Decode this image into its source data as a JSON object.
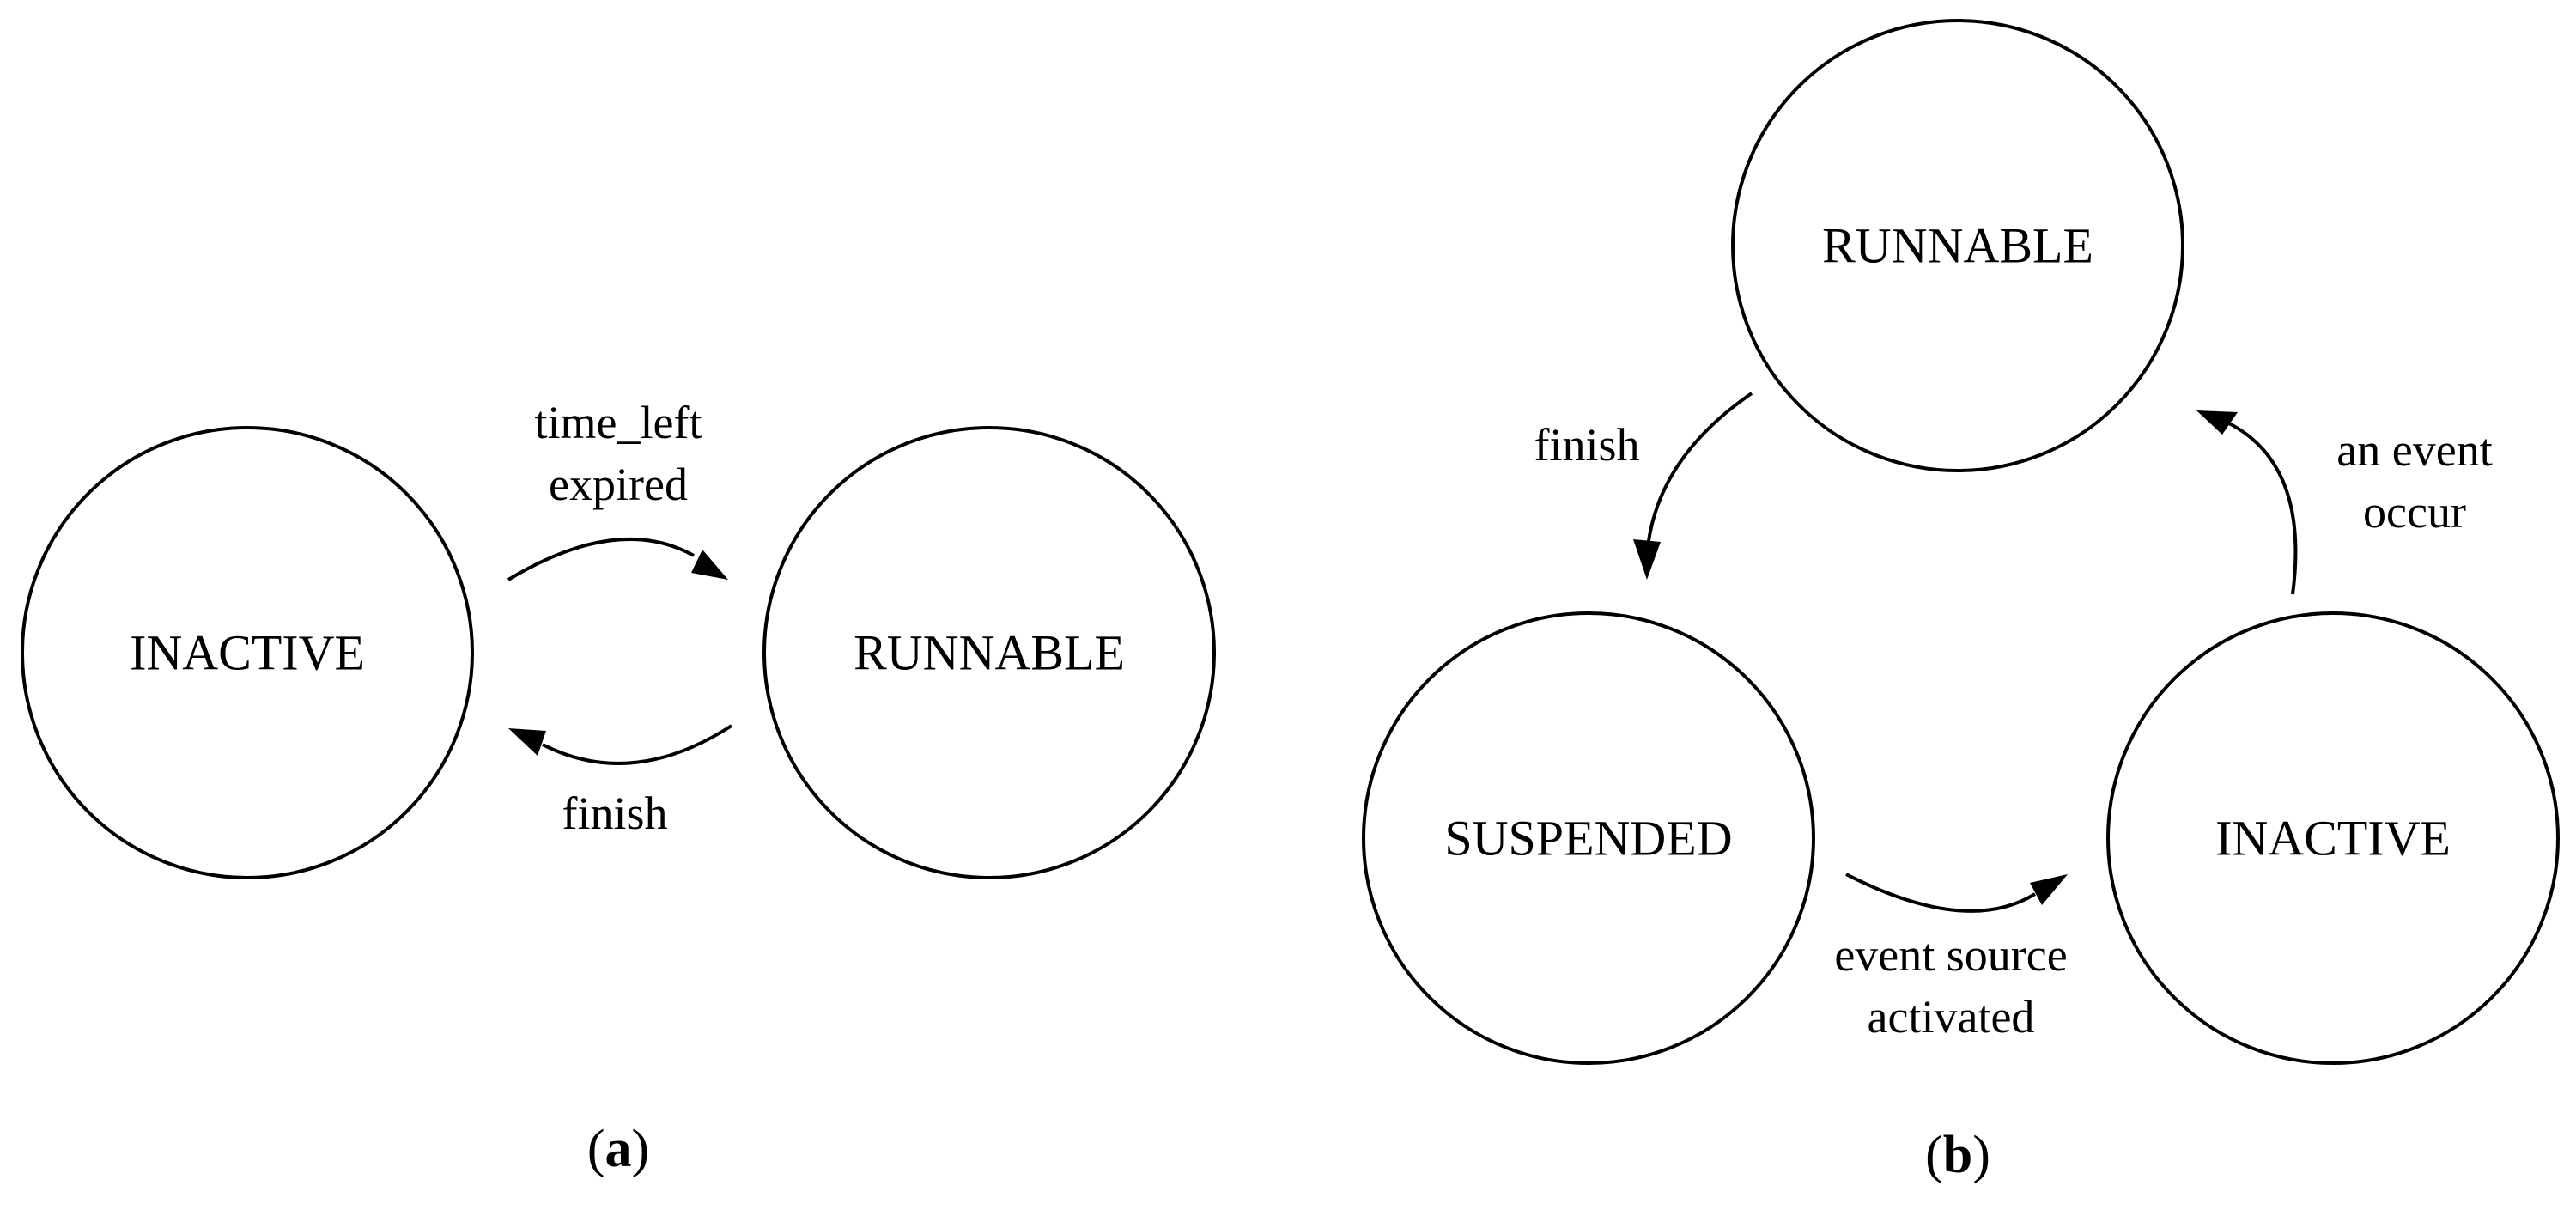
{
  "panel_a": {
    "states": {
      "inactive": "INACTIVE",
      "runnable": "RUNNABLE"
    },
    "transitions": {
      "time_left_expired": [
        "time_left",
        "expired"
      ],
      "finish": "finish"
    },
    "caption": {
      "open": "(",
      "letter": "a",
      "close": ")"
    }
  },
  "panel_b": {
    "states": {
      "runnable": "RUNNABLE",
      "suspended": "SUSPENDED",
      "inactive": "INACTIVE"
    },
    "transitions": {
      "finish": "finish",
      "an_event_occur": [
        "an event",
        "occur"
      ],
      "event_source_activated": [
        "event source",
        "activated"
      ]
    },
    "caption": {
      "open": "(",
      "letter": "b",
      "close": ")"
    }
  }
}
